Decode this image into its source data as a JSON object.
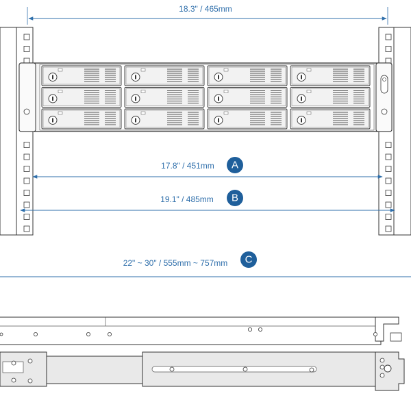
{
  "dimensions": {
    "top": {
      "label": "18.3\" / 465mm"
    },
    "a": {
      "label": "17.8\" / 451mm",
      "badge": "A"
    },
    "b": {
      "label": "19.1\" / 485mm",
      "badge": "B"
    },
    "c": {
      "label": "22\" ~ 30\" /  555mm ~ 757mm",
      "badge": "C"
    }
  },
  "chassis": {
    "drive_bays": 12,
    "rows": 3,
    "columns": 4
  },
  "colors": {
    "dimension_line": "#2f6fab",
    "badge_fill": "#1f5f9b",
    "outline": "#333333",
    "rail_fill": "#e9e9e9",
    "bay_fill": "#f2f2f2"
  }
}
